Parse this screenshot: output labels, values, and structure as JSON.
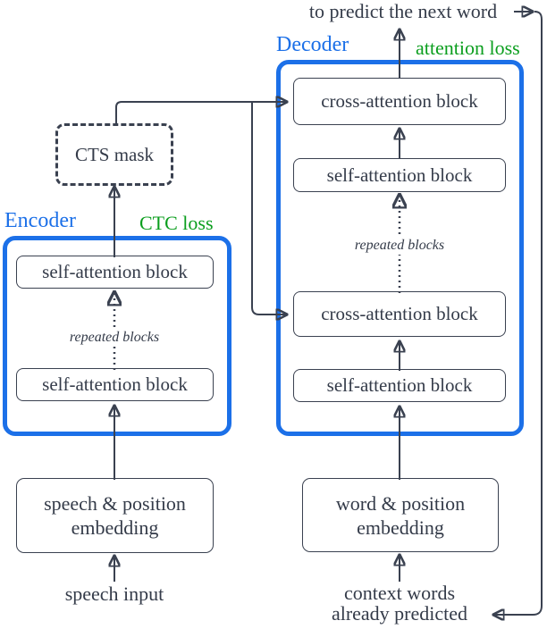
{
  "figure": {
    "colors": {
      "box_accent_blue": "#1c70e8",
      "loss_green": "#0b9e1e",
      "line_dark": "#3a4150"
    },
    "output_caption": "to predict the next word",
    "decoder": {
      "label": "Decoder",
      "loss": "attention loss",
      "cross_attention_top": "cross-attention block",
      "self_attention_top": "self-attention block",
      "repeated_note": "repeated blocks",
      "cross_attention_bottom": "cross-attention block",
      "self_attention_bottom": "self-attention block"
    },
    "encoder": {
      "label": "Encoder",
      "loss": "CTC loss",
      "self_attention_top": "self-attention block",
      "repeated_note": "repeated blocks",
      "self_attention_bottom": "self-attention block"
    },
    "cts_mask_label": "CTS mask",
    "speech_embedding": "speech & position embedding",
    "word_embedding": "word & position embedding",
    "speech_input_caption": "speech input",
    "context_caption": "context words already predicted"
  }
}
